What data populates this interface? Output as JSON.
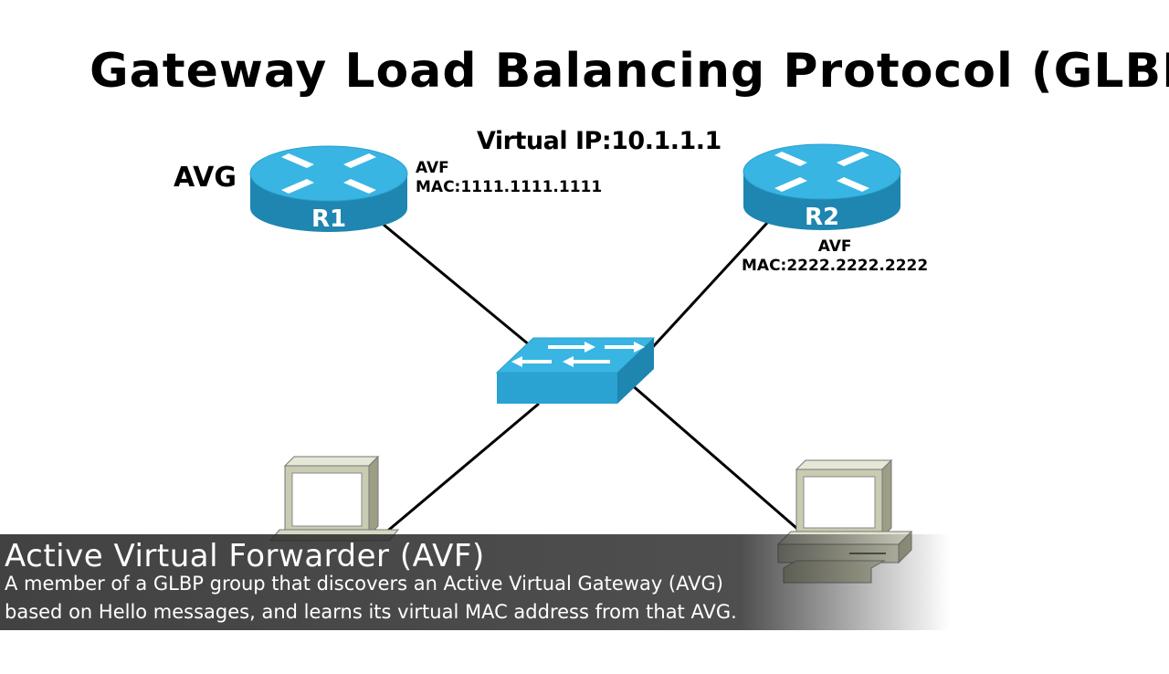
{
  "title": "Gateway Load Balancing Protocol (GLBP)",
  "virtual_ip": "Virtual IP:10.1.1.1",
  "r1": {
    "name": "R1",
    "role": "AVG",
    "forwarder": "AVF",
    "mac": "MAC:1111.1111.1111"
  },
  "r2": {
    "name": "R2",
    "forwarder": "AVF",
    "mac": "MAC:2222.2222.2222"
  },
  "caption": {
    "title": "Active Virtual Forwarder (AVF)",
    "line1": "A member of a GLBP group that discovers an Active Virtual Gateway (AVG)",
    "line2": "based on Hello messages, and learns its virtual MAC address from that AVG."
  },
  "colors": {
    "device_blue": "#39b5e3",
    "device_dark": "#1e86b0",
    "pc_body": "#c9cbb2"
  }
}
